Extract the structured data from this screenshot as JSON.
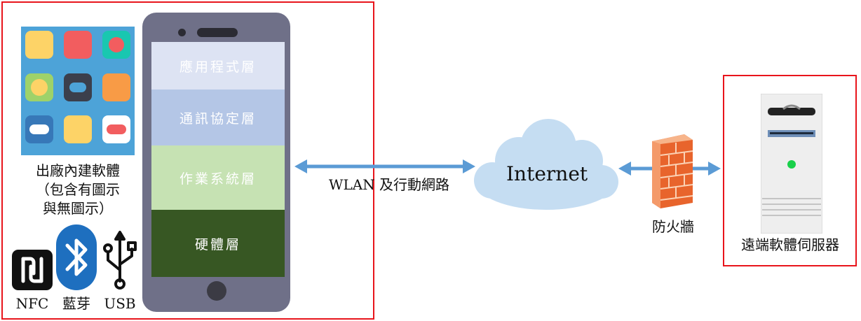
{
  "left_box": {
    "preinstalled_label_line1": "出廠內建軟體",
    "preinstalled_label_line2": "（包含有圖示",
    "preinstalled_label_line3": "與無圖示）",
    "nfc_label": "NFC",
    "bluetooth_label": "藍芽",
    "usb_label": "USB"
  },
  "phone": {
    "layers": [
      {
        "label": "應用程式層",
        "color": "#dde3f3"
      },
      {
        "label": "通訊協定層",
        "color": "#b4c6e6"
      },
      {
        "label": "作業系統層",
        "color": "#c6e2b3"
      },
      {
        "label": "硬體層",
        "color": "#375723"
      }
    ]
  },
  "connection_label": "WLAN 及行動網路",
  "cloud_label": "Internet",
  "firewall_label": "防火牆",
  "server_label": "遠端軟體伺服器",
  "colors": {
    "frame": "#e8141b",
    "arrow": "#5b9bd5",
    "cloud": "#c5ddf2"
  },
  "icons": {
    "app_grid": "app-icons-grid",
    "nfc": "nfc-icon",
    "bluetooth": "bluetooth-icon",
    "usb": "usb-icon",
    "cloud": "cloud-icon",
    "firewall": "firewall-icon",
    "server": "server-icon"
  }
}
